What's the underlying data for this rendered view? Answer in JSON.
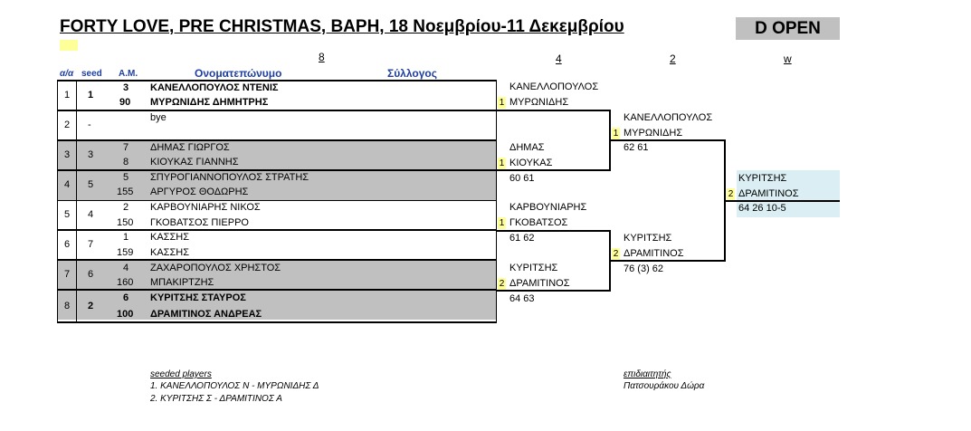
{
  "title": "FORTY LOVE, PRE CHRISTMAS, ΒΑΡΗ, 18 Νοεμβρίου-11 Δεκεμβρίου",
  "category": "D OPEN",
  "round_headers": [
    "8",
    "4",
    "2",
    "w"
  ],
  "column_headers": {
    "index": "α/α",
    "seed": "seed",
    "am": "A.M.",
    "name": "Ονοματεπώνυμο",
    "club": "Σύλλογος"
  },
  "entries": [
    {
      "index": "1",
      "seed": "1",
      "am1": "3",
      "p1": "ΚΑΝΕΛΛΟΠΟΥΛΟΣ ΝΤΕΝΙΣ",
      "am2": "90",
      "p2": "ΜΥΡΩΝΙΔΗΣ ΔΗΜΗΤΡΗΣ"
    },
    {
      "index": "2",
      "seed": "-",
      "am1": "",
      "p1": "bye",
      "am2": "",
      "p2": ""
    },
    {
      "index": "3",
      "seed": "3",
      "am1": "7",
      "p1": "ΔΗΜΑΣ ΓΙΩΡΓΟΣ",
      "am2": "8",
      "p2": "ΚΙΟΥΚΑΣ ΓΙΑΝΝΗΣ"
    },
    {
      "index": "4",
      "seed": "5",
      "am1": "5",
      "p1": "ΣΠΥΡΟΓΙΑΝΝΟΠΟΥΛΟΣ ΣΤΡΑΤΗΣ",
      "am2": "155",
      "p2": "ΑΡΓΥΡΟΣ ΘΟΔΩΡΗΣ"
    },
    {
      "index": "5",
      "seed": "4",
      "am1": "2",
      "p1": "ΚΑΡΒΟΥΝΙΑΡΗΣ ΝΙΚΟΣ",
      "am2": "150",
      "p2": "ΓΚΟΒΑΤΣΟΣ ΠΙΕΡΡΟ"
    },
    {
      "index": "6",
      "seed": "7",
      "am1": "1",
      "p1": "ΚΑΣΣΗΣ",
      "am2": "159",
      "p2": "ΚΑΣΣΗΣ"
    },
    {
      "index": "7",
      "seed": "6",
      "am1": "4",
      "p1": "ΖΑΧΑΡΟΠΟΥΛΟΣ ΧΡΗΣΤΟΣ",
      "am2": "160",
      "p2": "ΜΠΑΚΙΡΤΖΗΣ"
    },
    {
      "index": "8",
      "seed": "2",
      "am1": "6",
      "p1": "ΚΥΡΙΤΣΗΣ ΣΤΑΥΡΟΣ",
      "am2": "100",
      "p2": "ΔΡΑΜΙΤΙΝΟΣ ΑΝΔΡΕΑΣ"
    }
  ],
  "round2": [
    {
      "p1": "ΚΑΝΕΛΛΟΠΟΥΛΟΣ",
      "p2": "ΜΥΡΩΝΙΔΗΣ",
      "seed": "1",
      "score": ""
    },
    {
      "p1": "ΔΗΜΑΣ",
      "p2": "ΚΙΟΥΚΑΣ",
      "seed": "1",
      "score": "60 61"
    },
    {
      "p1": "ΚΑΡΒΟΥΝΙΑΡΗΣ",
      "p2": "ΓΚΟΒΑΤΣΟΣ",
      "seed": "1",
      "score": "61 62"
    },
    {
      "p1": "ΚΥΡΙΤΣΗΣ",
      "p2": "ΔΡΑΜΙΤΙΝΟΣ",
      "seed": "2",
      "score": "64 63"
    }
  ],
  "semis": [
    {
      "p1": "ΚΑΝΕΛΛΟΠΟΥΛΟΣ",
      "p2": "ΜΥΡΩΝΙΔΗΣ",
      "seed": "1",
      "score": "62 61"
    },
    {
      "p1": "ΚΥΡΙΤΣΗΣ",
      "p2": "ΔΡΑΜΙΤΙΝΟΣ",
      "seed": "2",
      "score": "76 (3) 62"
    }
  ],
  "winner": {
    "p1": "ΚΥΡΙΤΣΗΣ",
    "p2": "ΔΡΑΜΙΤΙΝΟΣ",
    "seed": "2",
    "score": "64 26 10-5"
  },
  "footer": {
    "seeded_title": "seeded players",
    "seeded": [
      "1. ΚΑΝΕΛΛΟΠΟΥΛΟΣ Ν - ΜΥΡΩΝΙΔΗΣ Δ",
      "2. ΚΥΡΙΤΣΗΣ Σ - ΔΡΑΜΙΤΙΝΟΣ Α"
    ],
    "referee_title": "επιδιαιτητής",
    "referee": "Πατσουράκου Δώρα"
  },
  "colors": {
    "grey": "#c0c0c0",
    "highlight": "#ffff99",
    "winner_bg": "#daeef3",
    "header_blue": "#1f3fa0"
  }
}
